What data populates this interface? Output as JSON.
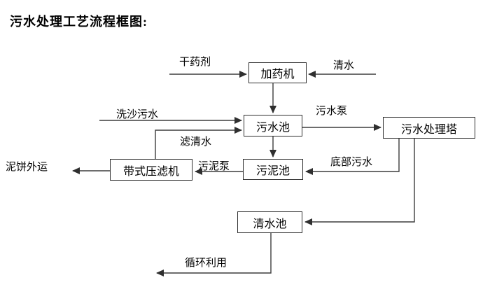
{
  "title": "污水处理工艺流程框图:",
  "nodes": {
    "dosing_machine": "加药机",
    "sewage_pool": "污水池",
    "treatment_tower": "污水处理塔",
    "sludge_pool": "污泥池",
    "belt_filter_press": "带式压滤机",
    "clean_water_pool": "清水池"
  },
  "edge_labels": {
    "dry_agent": "干药剂",
    "clean_water_in": "清水",
    "sand_washing_sewage": "洗沙污水",
    "filtered_water": "滤清水",
    "sewage_pump": "污水泵",
    "bottom_sewage": "底部污水",
    "sludge_pump": "污泥泵",
    "mud_cake_out": "泥饼外运",
    "recycling": "循环利用"
  },
  "colors": {
    "line": "#3d3d3d",
    "text": "#000000",
    "background": "#ffffff"
  }
}
